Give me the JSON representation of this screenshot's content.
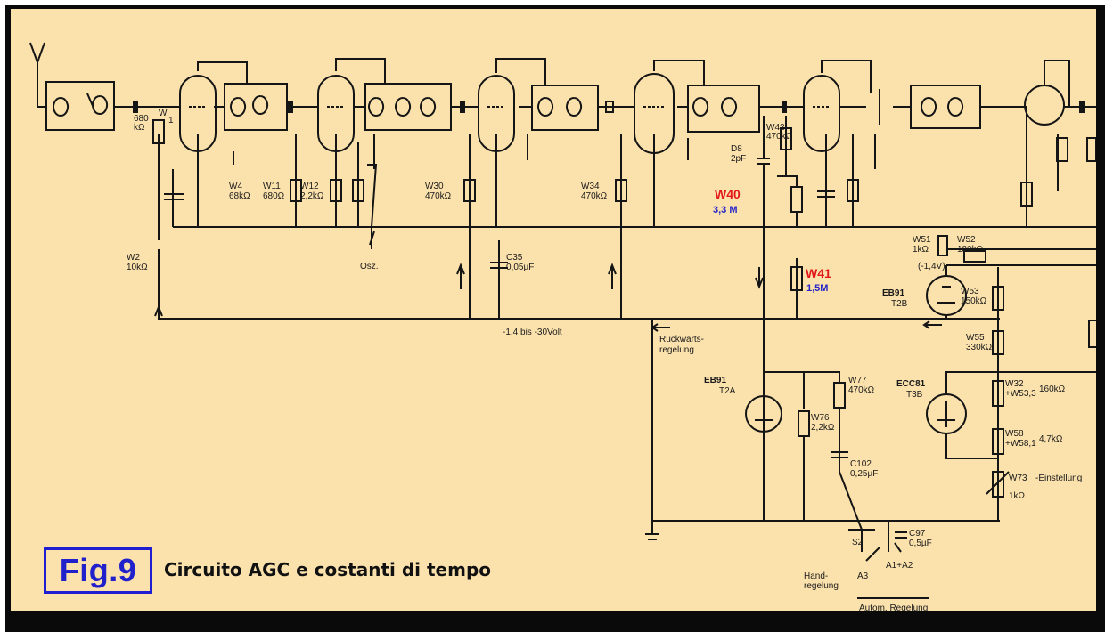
{
  "figure": {
    "label": "Fig.9",
    "caption": "Circuito AGC e costanti di tempo"
  },
  "highlights": {
    "w40_name": "W40",
    "w40_value": "3,3 M",
    "w41_name": "W41",
    "w41_value": "1,5M"
  },
  "labels": {
    "r_w1": "W",
    "r_w1b": "1",
    "c_680": "680",
    "c_680u": "kΩ",
    "w4": "W4",
    "w4v": "68kΩ",
    "w11": "W11",
    "w11v": "680Ω",
    "w12": "W12",
    "w12v": "2,2kΩ",
    "w30": "W30",
    "w30v": "470kΩ",
    "w34": "W34",
    "w34v": "470kΩ",
    "w2": "W2",
    "w2v": "10kΩ",
    "w42": "W42",
    "w42v": "470kΩ",
    "d8": "D8",
    "d8v": "2pF",
    "osz": "Osz.",
    "c35": "C35",
    "c35v": "0,05µF",
    "bias": "-1,4 bis -30Volt",
    "ruck1": "Rückwärts-",
    "ruck2": "regelung",
    "w51": "W51",
    "w51v": "1kΩ",
    "w52": "W52",
    "w52v": "180kΩ",
    "v14": "(-1,4V)",
    "eb91a": "EB91",
    "eb91a_r": "T2B",
    "w53": "W53",
    "w53v": "150kΩ",
    "w55": "W55",
    "w55v": "330kΩ",
    "eb91b": "EB91",
    "eb91b_r": "T2A",
    "w77": "W77",
    "w77v": "470kΩ",
    "w76": "W76",
    "w76v": "2,2kΩ",
    "c102": "C102",
    "c102v": "0,25µF",
    "ecc81": "ECC81",
    "ecc81_r": "T3B",
    "w32": "W32",
    "w32b": "+W53,3",
    "w32v": "160kΩ",
    "w58": "W58",
    "w58b": "+W58,1",
    "w58v": "4,7kΩ",
    "w73": "W73",
    "w73v": "1kΩ",
    "w73n": "-Einstellung",
    "s2": "S2",
    "c97": "C97",
    "c97v": "0,5µF",
    "hand1": "Hand-",
    "hand2": "regelung",
    "a3": "A3",
    "a1a2": "A1+A2",
    "auto": "Autom. Regelung"
  }
}
